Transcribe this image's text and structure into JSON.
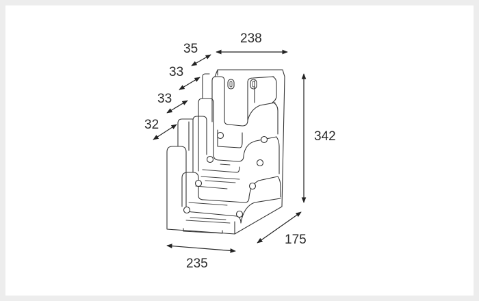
{
  "diagram": {
    "dimensions": {
      "width_top": "238",
      "width_bottom": "235",
      "height": "342",
      "depth": "175",
      "pocket_1": "35",
      "pocket_2": "33",
      "pocket_3": "33",
      "pocket_4": "32"
    },
    "colors": {
      "background": "#ededed",
      "panel": "#ffffff",
      "line": "#333333"
    }
  }
}
